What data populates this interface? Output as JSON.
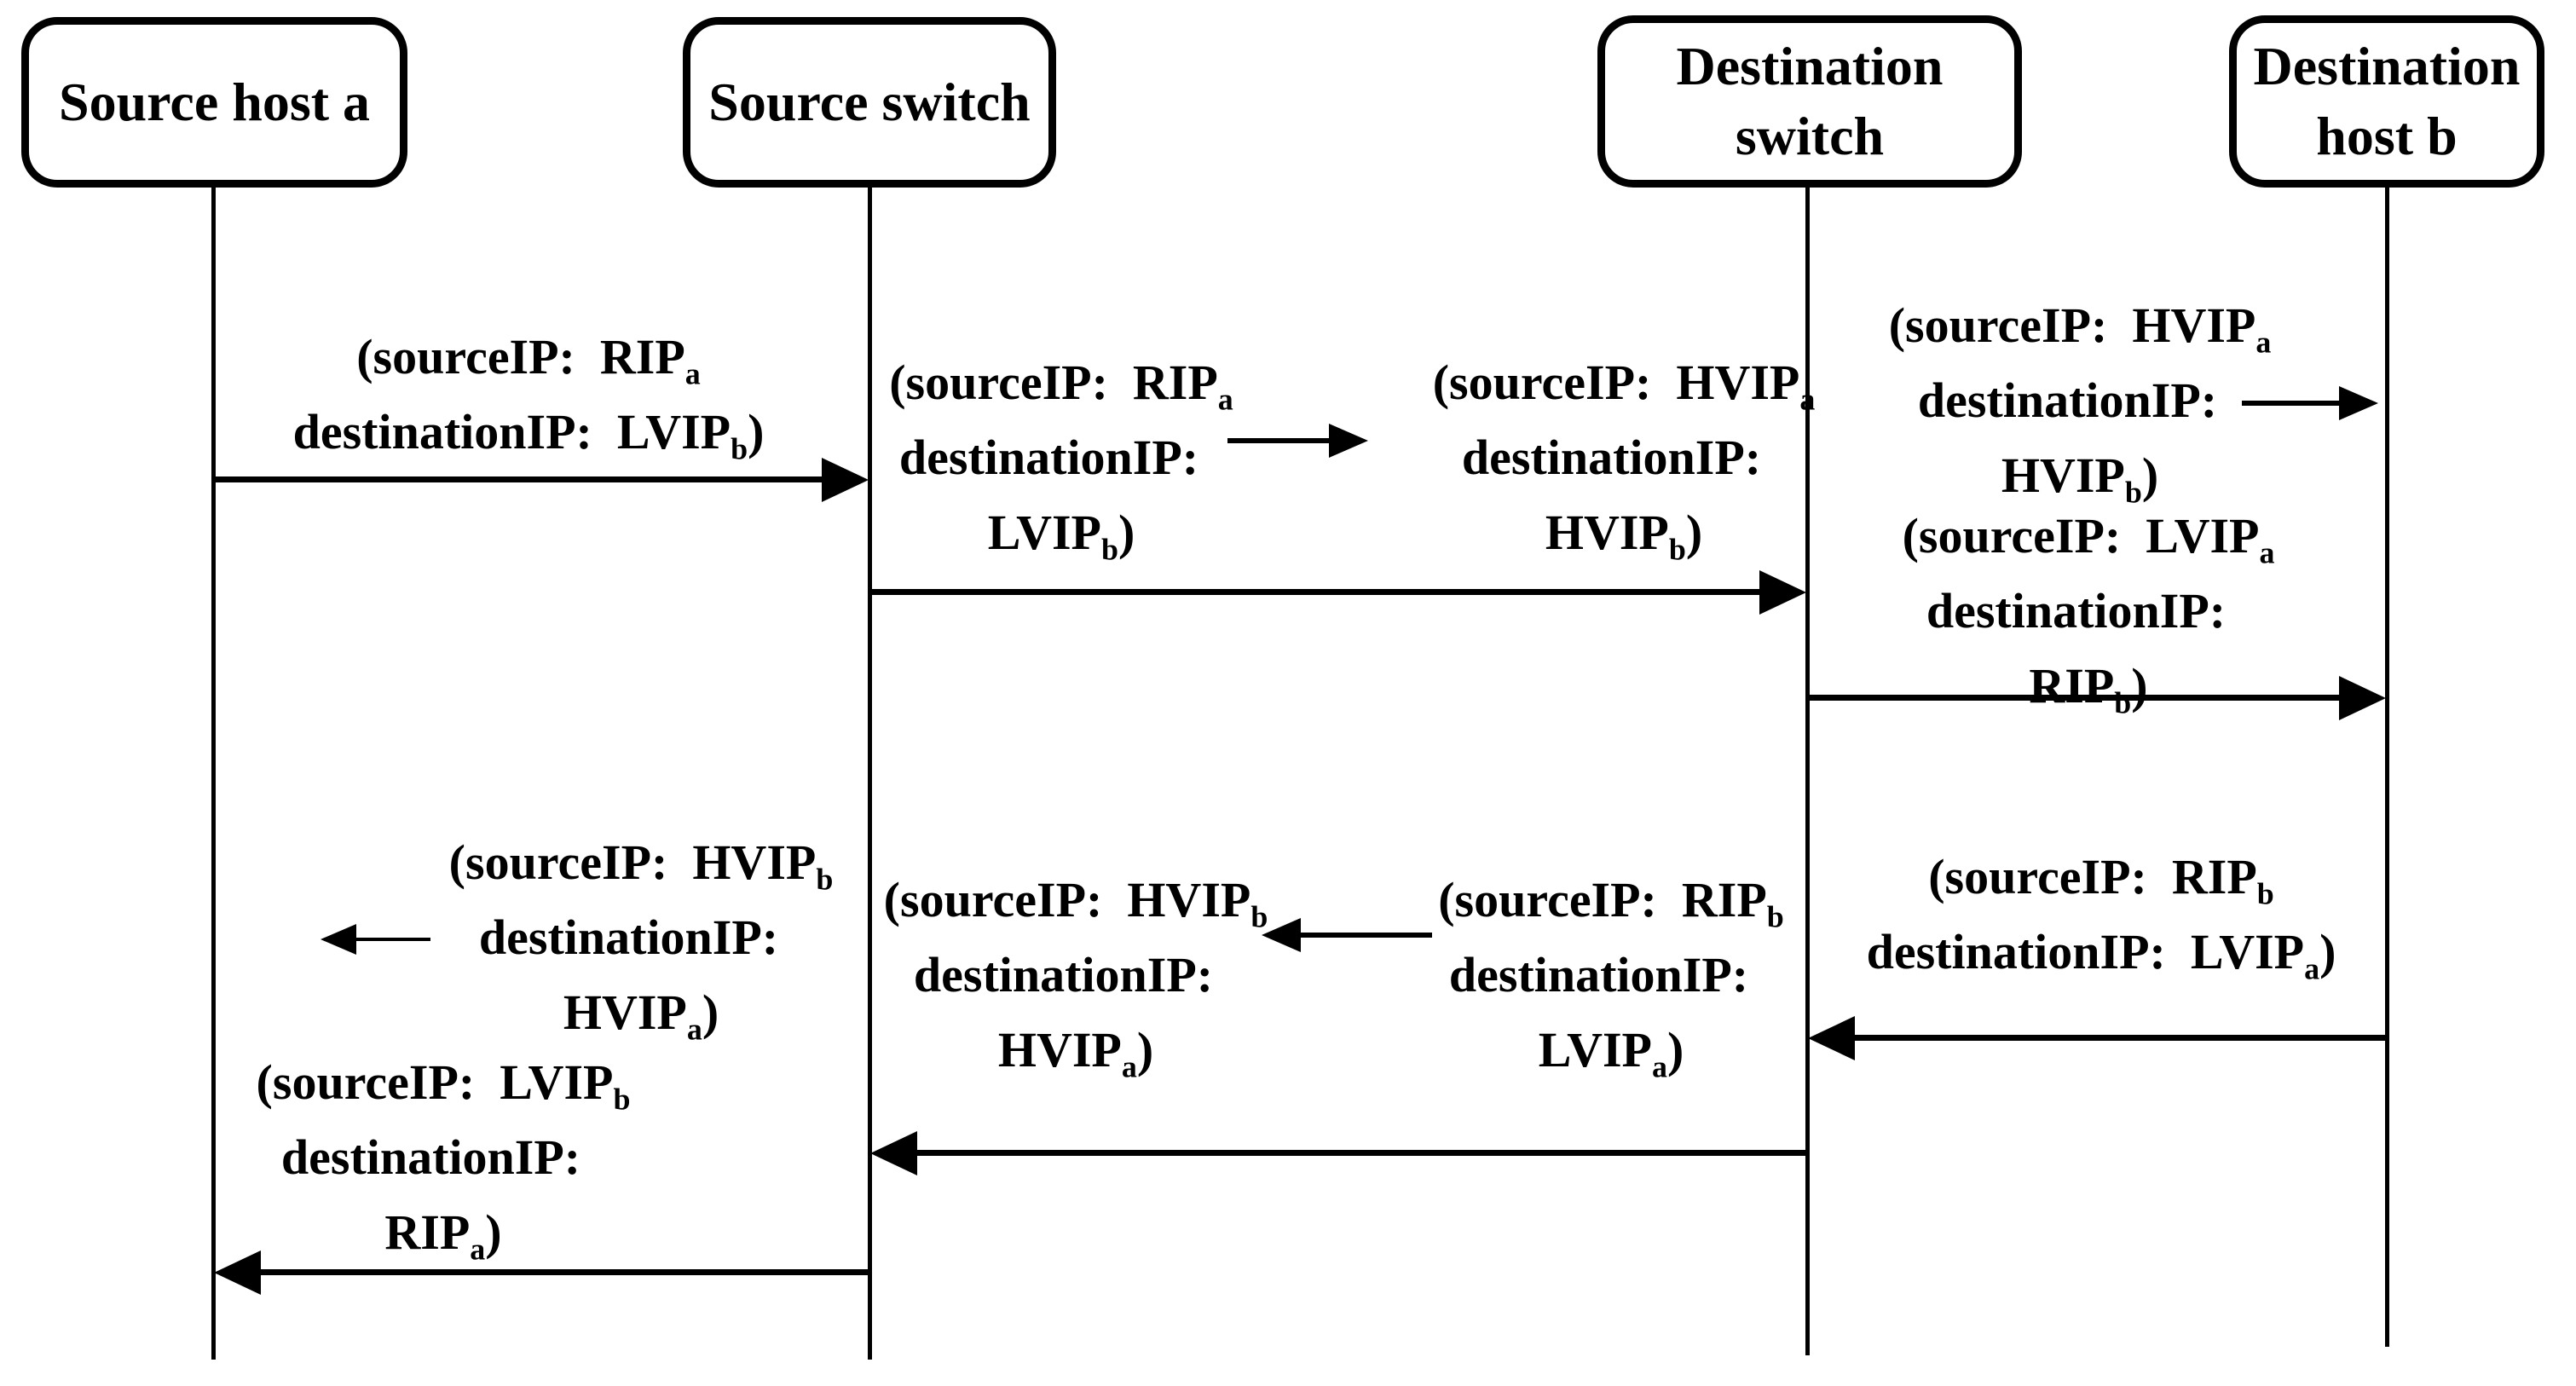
{
  "page": {
    "background": "#ffffff",
    "ink": "#000000"
  },
  "diagram": {
    "type": "sequence-diagram",
    "actors": [
      {
        "id": "source-host-a",
        "label_lines": [
          "Source host a"
        ]
      },
      {
        "id": "source-switch",
        "label_lines": [
          "Source switch"
        ]
      },
      {
        "id": "destination-switch",
        "label_lines": [
          "Destination",
          "switch"
        ]
      },
      {
        "id": "destination-host-b",
        "label_lines": [
          "Destination",
          "host b"
        ]
      }
    ],
    "labels": [
      {
        "id": "host-a-to-source-switch",
        "lines": [
          "(sourceIP：RIP_a",
          "destinationIP：LVIP_b)"
        ]
      },
      {
        "id": "source-switch-before-translation",
        "lines": [
          "(sourceIP：RIP_a",
          "destinationIP：",
          "LVIP_b)"
        ]
      },
      {
        "id": "source-switch-after-translation",
        "lines": [
          "(sourceIP：HVIP_a",
          "destinationIP：",
          "HVIP_b)"
        ]
      },
      {
        "id": "destination-switch-incoming",
        "lines": [
          "(sourceIP：HVIP_a",
          "destinationIP：",
          "HVIP_b)"
        ]
      },
      {
        "id": "destination-switch-outgoing",
        "lines": [
          "(sourceIP：LVIP_a",
          "destinationIP：",
          "RIP_b)"
        ]
      },
      {
        "id": "host-b-to-destination-switch",
        "lines": [
          "(sourceIP：RIP_b",
          "destinationIP：LVIP_a)"
        ]
      },
      {
        "id": "destination-switch-reply-after-translation",
        "lines": [
          "(sourceIP：HVIP_b",
          "destinationIP：",
          "HVIP_a)"
        ]
      },
      {
        "id": "destination-switch-reply-before-translation",
        "lines": [
          "(sourceIP：RIP_b",
          "destinationIP：",
          "LVIP_a)"
        ]
      },
      {
        "id": "source-switch-reply-incoming",
        "lines": [
          "(sourceIP：HVIP_b",
          "destinationIP：",
          "HVIP_a)"
        ]
      },
      {
        "id": "source-switch-reply-outgoing",
        "lines": [
          "(sourceIP：LVIP_b",
          "destinationIP：",
          "RIP_a)"
        ]
      }
    ],
    "arrows": {
      "main": [
        {
          "from": "Source host a",
          "to": "Source switch",
          "direction": "right"
        },
        {
          "from": "Source switch",
          "to": "Destination switch",
          "direction": "right"
        },
        {
          "from": "Destination switch",
          "to": "Destination host b",
          "direction": "right"
        },
        {
          "from": "Destination host b",
          "to": "Destination switch",
          "direction": "left"
        },
        {
          "from": "Destination switch",
          "to": "Source switch",
          "direction": "left"
        },
        {
          "from": "Source switch",
          "to": "Source host a",
          "direction": "left"
        }
      ],
      "small": [
        {
          "at": "source-switch address translation",
          "direction": "right"
        },
        {
          "at": "destination-switch incoming delivery",
          "direction": "right"
        },
        {
          "at": "destination-switch reply address translation",
          "direction": "left"
        },
        {
          "at": "source-switch reply address translation",
          "direction": "left"
        }
      ]
    }
  }
}
